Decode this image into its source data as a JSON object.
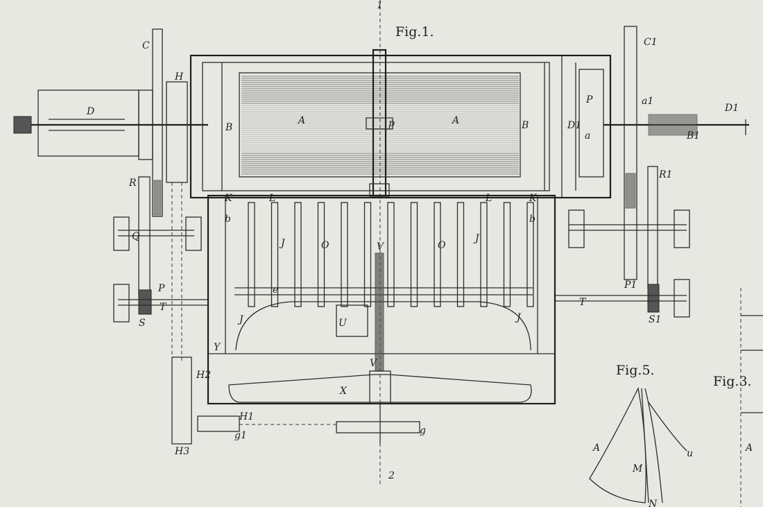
{
  "figures": {
    "fig1": "Fig.1.",
    "fig5": "Fig.5.",
    "fig3": "Fig.3."
  },
  "section_marks": {
    "top": "1",
    "bottom": "2"
  },
  "labels": {
    "A_left": "A",
    "A_right": "A",
    "B": "B",
    "B_inner": "B",
    "B1": "B1",
    "C": "C",
    "C1": "C1",
    "D": "D",
    "D1": "D1",
    "D1b": "D1",
    "H": "H",
    "H1": "H1",
    "H2": "H2",
    "H3": "H3",
    "p": "p",
    "P": "P",
    "P_small": "P",
    "P1": "P1",
    "R": "R",
    "R1": "R1",
    "Q": "Q",
    "S": "S",
    "S1": "S1",
    "T_left": "T",
    "T_right": "T",
    "L_left": "L",
    "L_right": "L",
    "K_left": "K",
    "K_right": "K",
    "b_left": "b",
    "b_right": "b",
    "J1": "J",
    "J2": "J",
    "J3": "J",
    "J4": "J",
    "O_left": "O",
    "O_right": "O",
    "V_top": "V",
    "V_bottom": "V",
    "U": "U",
    "X": "X",
    "Y": "Y",
    "g": "g",
    "g1": "g1",
    "a1": "a1",
    "a": "a",
    "e": "e",
    "fig5_A": "A",
    "fig5_M": "M",
    "fig5_N": "N",
    "fig5_u": "u",
    "fig3_A": "A"
  },
  "colors": {
    "paper": "#e8e8e3",
    "ink": "#1e1e1e"
  }
}
